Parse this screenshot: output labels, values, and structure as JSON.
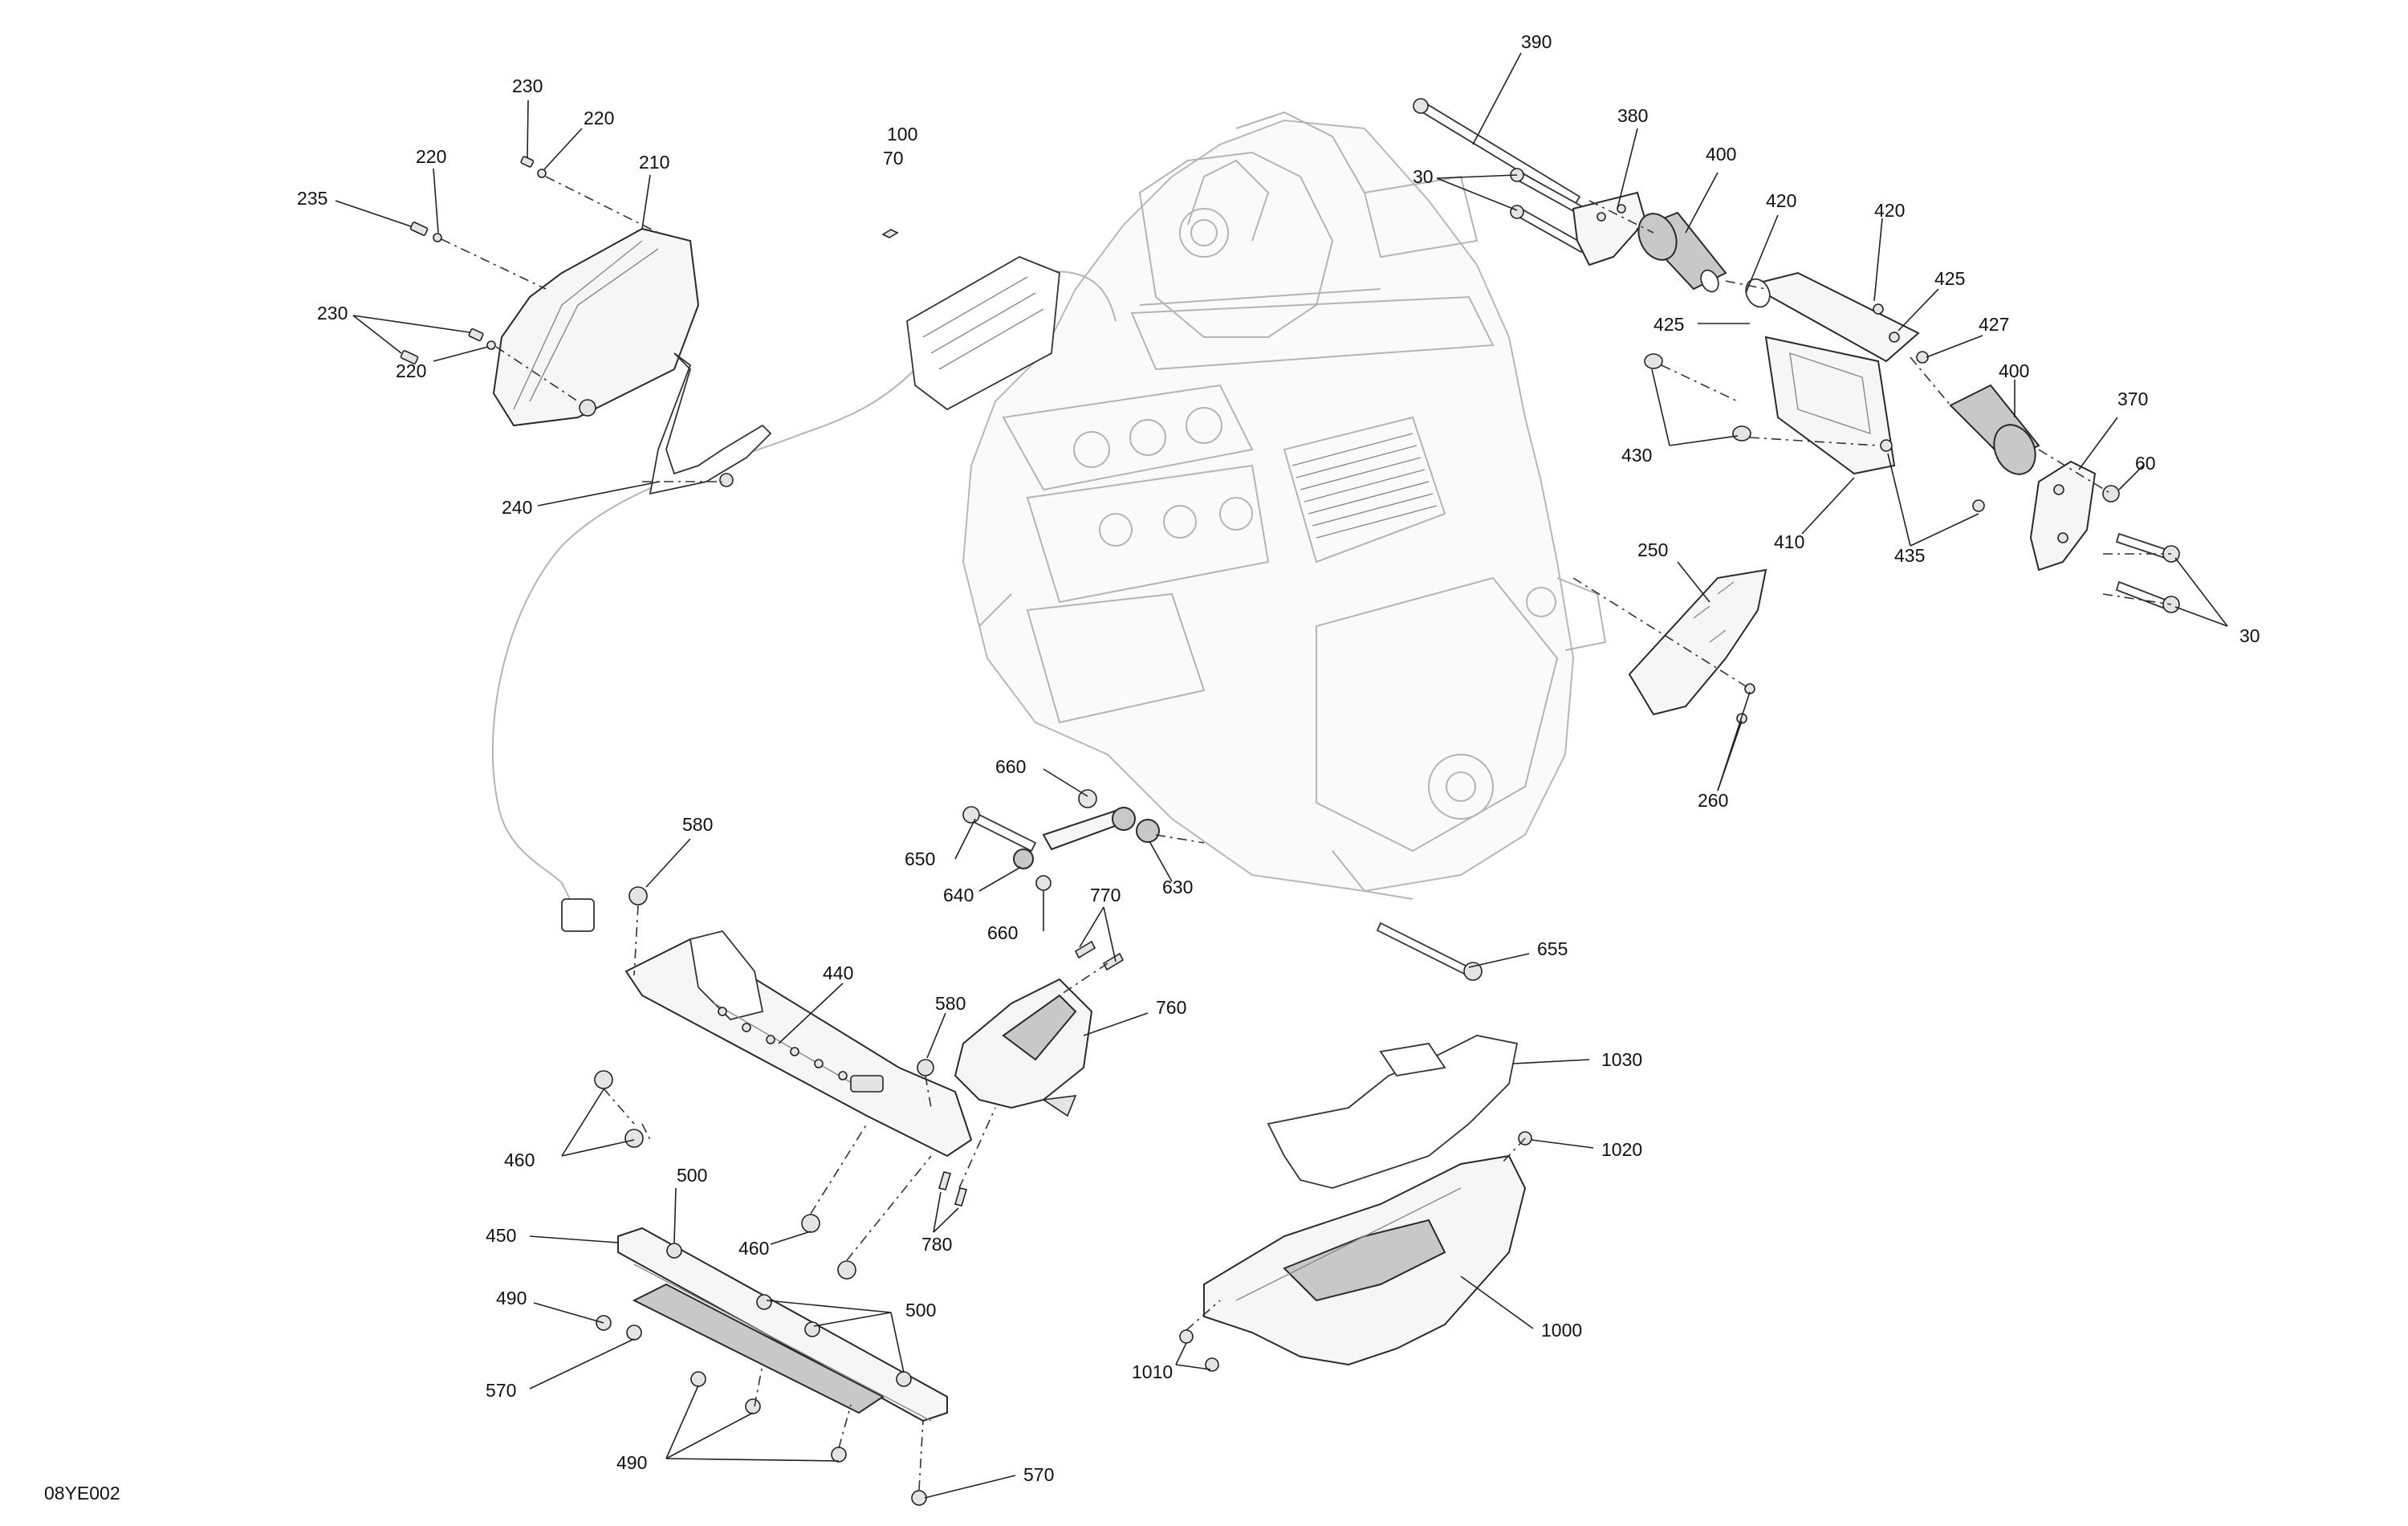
{
  "figure_id": "08YE002",
  "callouts": {
    "c390": "390",
    "c380": "380",
    "c30_a": "30",
    "c400_a": "400",
    "c420_a": "420",
    "c420_b": "420",
    "c425_a": "425",
    "c425_b": "425",
    "c427": "427",
    "c430": "430",
    "c400_b": "400",
    "c370": "370",
    "c60": "60",
    "c410": "410",
    "c435": "435",
    "c30_b": "30",
    "c250": "250",
    "c260": "260",
    "c230_a": "230",
    "c220_a": "220",
    "c220_b": "220",
    "c210": "210",
    "c235": "235",
    "c230_b": "230",
    "c220_c": "220",
    "c240": "240",
    "c100": "100",
    "c70": "70",
    "c660_a": "660",
    "c650": "650",
    "c640": "640",
    "c630": "630",
    "c660_b": "660",
    "c580_a": "580",
    "c770": "770",
    "c655": "655",
    "c440": "440",
    "c580_b": "580",
    "c760": "760",
    "c460_a": "460",
    "c460_b": "460",
    "c780": "780",
    "c1030": "1030",
    "c1020": "1020",
    "c500_a": "500",
    "c450": "450",
    "c490_a": "490",
    "c500_b": "500",
    "c570_a": "570",
    "c490_b": "490",
    "c1000": "1000",
    "c1010": "1010",
    "c570_b": "570"
  }
}
